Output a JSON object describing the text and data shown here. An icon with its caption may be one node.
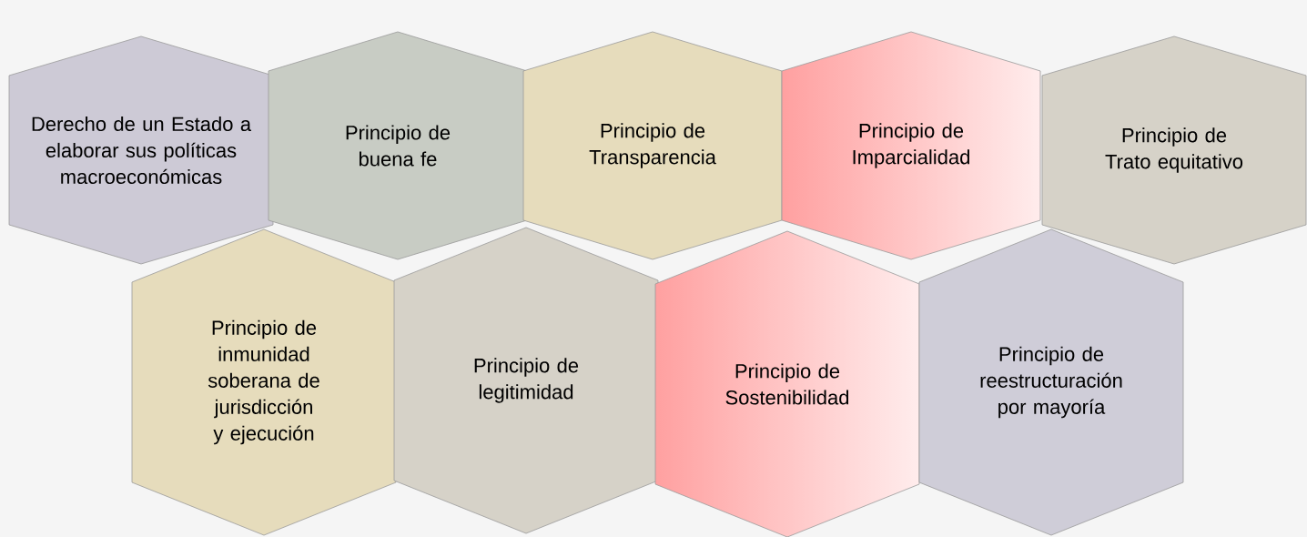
{
  "diagram": {
    "nodes": [
      {
        "text": [
          "Derecho de un Estado a elaborar sus políticas macroeconómicas"
        ]
      },
      {
        "text": [
          "Principio de buena fe"
        ]
      },
      {
        "text": [
          "Principio de Transparencia"
        ]
      },
      {
        "text": [
          "Principio de Imparcialidad"
        ]
      },
      {
        "text": [
          "Principio de Trato equitativo"
        ]
      },
      {
        "text": [
          "Principio de inmunidad soberana de jurisdicción y ejecución"
        ]
      },
      {
        "text": [
          "Principio de legitimidad"
        ]
      },
      {
        "text": [
          "Principio de Sostenibilidad"
        ]
      },
      {
        "text": [
          "Principio de reestructuración por mayoría"
        ]
      }
    ]
  }
}
